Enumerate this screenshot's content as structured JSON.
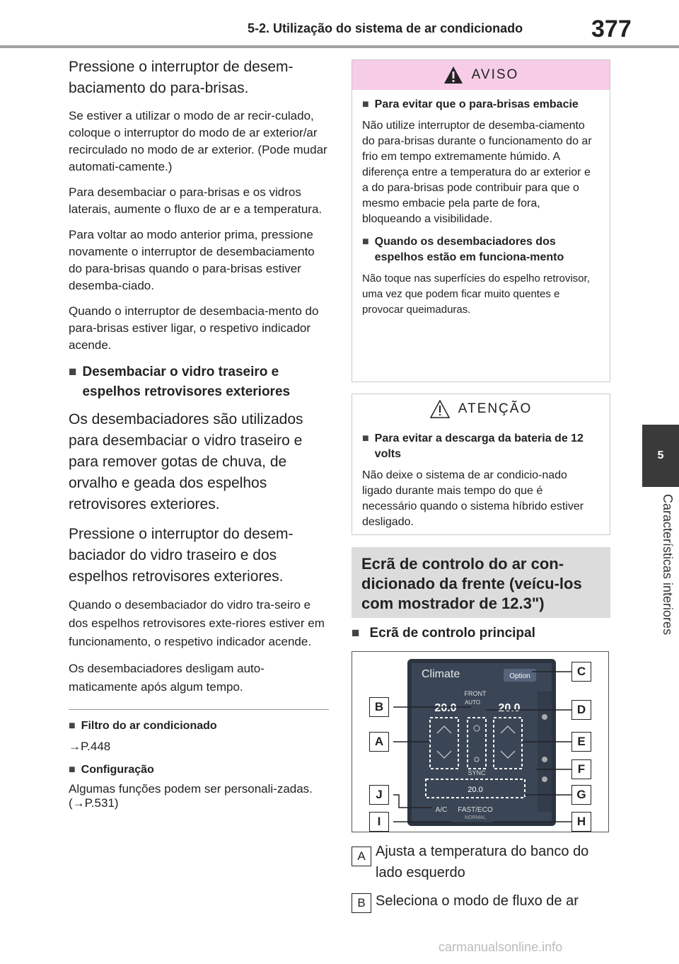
{
  "header": {
    "section": "5-2. Utilização do sistema de ar condicionado",
    "page_number": "377"
  },
  "side_tab": {
    "number": "5",
    "label": "Características interiores"
  },
  "left": {
    "p1": "Pressione o interruptor de desem-baciamento do para-brisas.",
    "p2": "Se estiver a utilizar o modo de ar recir-culado, coloque o interruptor do modo de ar exterior/ar recirculado no modo de ar exterior. (Pode mudar automati-camente.)",
    "p3": "Para desembaciar o para-brisas e os vidros laterais, aumente o fluxo de ar e a temperatura.",
    "p4": "Para voltar ao modo anterior prima, pressione novamente o interruptor de desembaciamento do para-brisas quando o para-brisas estiver desemba-ciado.",
    "p5": "Quando o interruptor de desembacia-mento do para-brisas estiver ligar, o respetivo indicador acende.",
    "h1": "Desembaciar o vidro traseiro e espelhos retrovisores exteriores",
    "p6": "Os desembaciadores são utilizados para desembaciar o vidro traseiro e para remover gotas de chuva, de orvalho e geada dos espelhos retrovisores exteriores.",
    "p7": "Pressione o interruptor do desem-baciador do vidro traseiro e dos espelhos retrovisores exteriores.",
    "p8": "Quando o desembaciador do vidro tra-seiro e dos espelhos retrovisores exte-riores estiver em funcionamento, o respetivo indicador acende.",
    "p9": "Os desembaciadores desligam auto-maticamente após algum tempo.",
    "h2": "Filtro do ar condicionado",
    "ref1": "→P.448",
    "h3": "Configuração",
    "p10": "Algumas funções podem ser personali-zadas. (→P.531)"
  },
  "aviso": {
    "title": "AVISO",
    "h1": "Para evitar que o para-brisas embacie",
    "p1": "Não utilize interruptor de desemba-ciamento do para-brisas durante o funcionamento do ar frio em tempo extremamente húmido. A diferença entre a temperatura do ar exterior e a do para-brisas pode contribuir para que o mesmo embacie pela parte de fora, bloqueando a visibilidade.",
    "h2": "Quando os desembaciadores dos espelhos estão em funciona-mento",
    "p2": "Não toque nas superfícies do espelho retrovisor, uma vez que podem ficar muito quentes e provocar queimaduras."
  },
  "atencao": {
    "title": "ATENÇÃO",
    "h1": "Para evitar a descarga da bateria de 12 volts",
    "p1": "Não deixe o sistema de ar condicio-nado ligado durante mais tempo do que é necessário quando o sistema híbrido estiver desligado."
  },
  "section_title": "Ecrã de controlo do ar con-dicionado da frente (veícu-los com mostrador de 12.3\")",
  "sub_heading": "Ecrã de controlo principal",
  "screen": {
    "title": "Climate",
    "option": "Option",
    "front": "FRONT",
    "auto": "AUTO",
    "temp_left": "20.0",
    "temp_right": "20.0",
    "sync": "SYNC",
    "temp_bottom": "20.0",
    "ac": "A/C",
    "fast_eco": "FAST/ECO",
    "normal": "NORMAL"
  },
  "callouts": [
    "A",
    "B",
    "C",
    "D",
    "E",
    "F",
    "G",
    "H",
    "I",
    "J"
  ],
  "legend": [
    {
      "key": "A",
      "text": "Ajusta a temperatura do banco do lado esquerdo"
    },
    {
      "key": "B",
      "text": "Seleciona o modo de fluxo de ar"
    }
  ],
  "footer": "carmanualsonline.info",
  "colors": {
    "aviso_header": "#f6cce6",
    "section_bg": "#dcdcdc",
    "tab_bg": "#3a3a3a"
  }
}
